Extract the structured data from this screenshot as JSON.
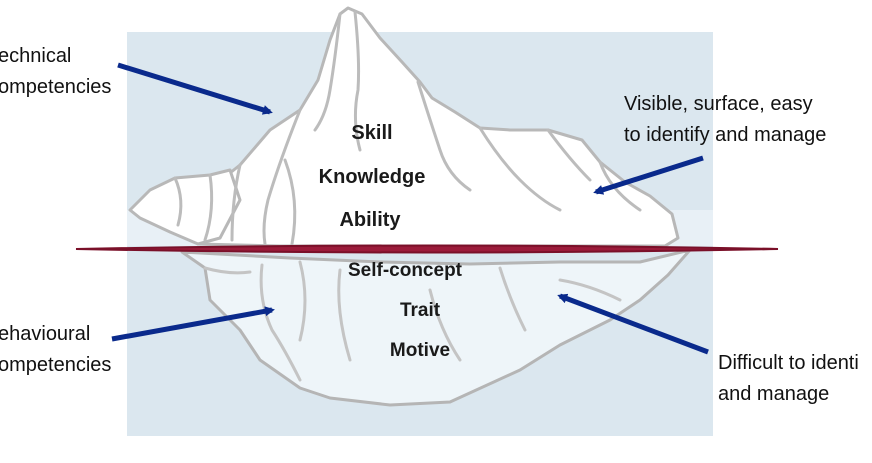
{
  "left_labels": {
    "technical": [
      "echnical",
      "ompetencies"
    ],
    "behavioural": [
      "ehavioural",
      "ompetencies"
    ]
  },
  "right_labels": {
    "visible": [
      "Visible, surface, easy",
      "to identify and manage"
    ],
    "difficult": [
      "Difficult to identi",
      "and manage"
    ]
  },
  "above_water": [
    "Skill",
    "Knowledge",
    "Ability"
  ],
  "below_water": [
    "Self-concept",
    "Trait",
    "Motive"
  ],
  "ghost_text": "wledge",
  "colors": {
    "background_panel": "#dbe7ef",
    "iceberg_fill": "#ffffff",
    "iceberg_under": "#eef4f8",
    "iceberg_outline": "#b8b8b8",
    "waterline": "#9b1b3a",
    "arrow": "#0a2a8c"
  }
}
